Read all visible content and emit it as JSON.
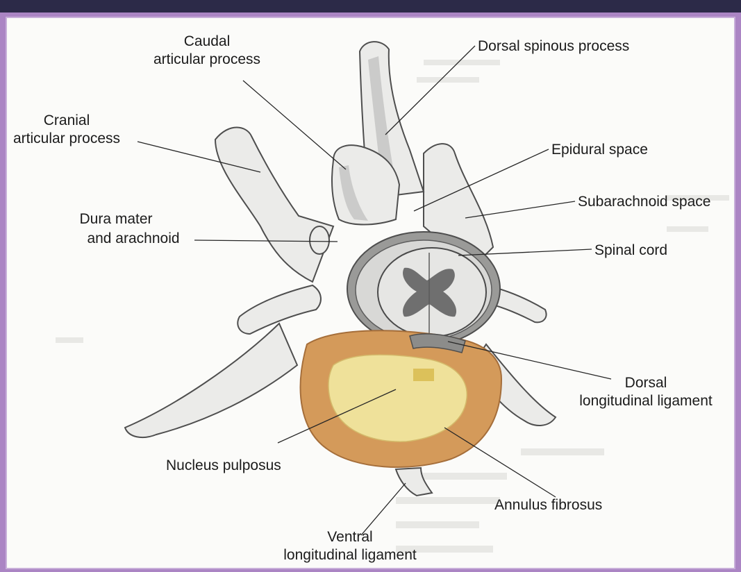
{
  "labels": {
    "caudal_articular_process": [
      "Caudal",
      "articular process"
    ],
    "dorsal_spinous_process": "Dorsal spinous process",
    "cranial_articular_process": [
      "Cranial",
      "articular process"
    ],
    "epidural_space": "Epidural space",
    "subarachnoid_space": "Subarachnoid space",
    "dura_mater_and_arachnoid": [
      "Dura mater",
      "and arachnoid"
    ],
    "spinal_cord": "Spinal cord",
    "dorsal_longitudinal_ligament": [
      "Dorsal",
      "longitudinal ligament"
    ],
    "nucleus_pulposus": "Nucleus pulposus",
    "annulus_fibrosus": "Annulus fibrosus",
    "ventral_longitudinal_ligament": [
      "Ventral",
      "longitudinal ligament"
    ]
  },
  "colors": {
    "slide_border": "#ab85c4",
    "top_bar": "#2c2a48",
    "annulus_fibrosus": "#d49a5a",
    "nucleus_pulposus": "#efe19a",
    "bone": "#ebebe9",
    "grey_matter": "#6f6f6f"
  }
}
